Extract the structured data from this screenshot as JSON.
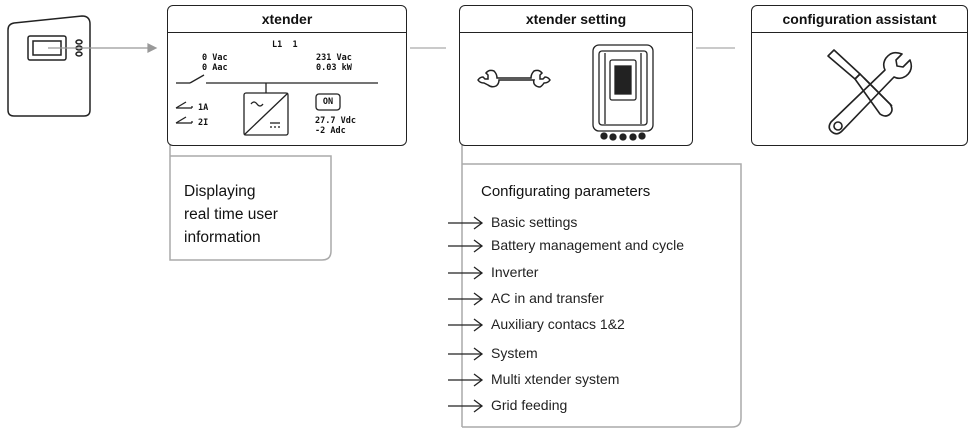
{
  "panels": {
    "xtender": {
      "title": "xtender",
      "line": "L1  1",
      "left_readout": [
        "0 Vac",
        "0 Aac"
      ],
      "right_readout": [
        "231 Vac",
        "0.03 kW"
      ],
      "relay_labels": [
        "1A",
        "2I"
      ],
      "on_label": "ON",
      "battery_readout": [
        "27.7 Vdc",
        "-2 Adc"
      ]
    },
    "setting": {
      "title": "xtender setting"
    },
    "assistant": {
      "title": "configuration assistant"
    }
  },
  "callout_realtime": {
    "lines": [
      "Displaying",
      "real time user",
      "information"
    ]
  },
  "parameters": {
    "title": "Configurating parameters",
    "items": [
      "Basic settings",
      "Battery management and cycle",
      "Inverter",
      "AC in and transfer",
      "Auxiliary contacs 1&2",
      "System",
      "Multi xtender system",
      "Grid feeding"
    ]
  }
}
